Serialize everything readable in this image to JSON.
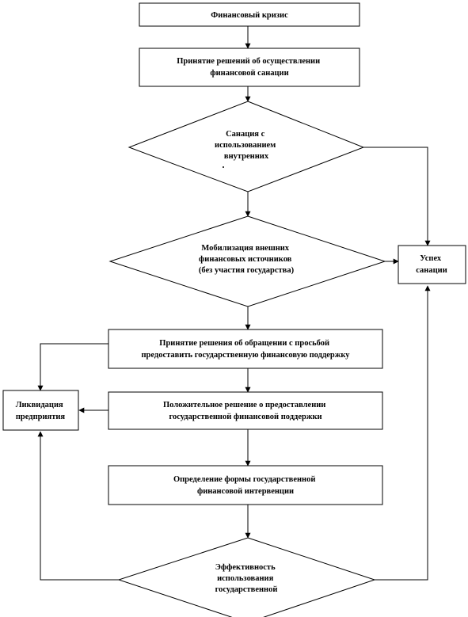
{
  "nodes": {
    "financial_crisis": {
      "lines": [
        "Финансовый кризис"
      ]
    },
    "sanation_decision": {
      "lines": [
        "Принятие решений об осуществлении",
        "финансовой санации"
      ]
    },
    "internal_sanation": {
      "lines": [
        "Санация с",
        "использованием",
        "внутренних"
      ]
    },
    "external_mobilization": {
      "lines": [
        "Мобилизация внешних",
        "финансовых источников",
        "(без участия государства)"
      ]
    },
    "sanation_success": {
      "lines": [
        "Успех",
        "санации"
      ]
    },
    "state_support_request": {
      "lines": [
        "Принятие решения об обращении с просьбой",
        "предоставить государственную финансовую поддержку"
      ]
    },
    "liquidation": {
      "lines": [
        "Ликвидация",
        "предприятия"
      ]
    },
    "positive_decision": {
      "lines": [
        "Положительное решение о предоставлении",
        "государственной финансовой поддержки"
      ]
    },
    "intervention_form": {
      "lines": [
        "Определение формы государственной",
        "финансовой интервенции"
      ]
    },
    "efficiency": {
      "lines": [
        "Эффективность",
        "использования",
        "государственной"
      ]
    }
  }
}
